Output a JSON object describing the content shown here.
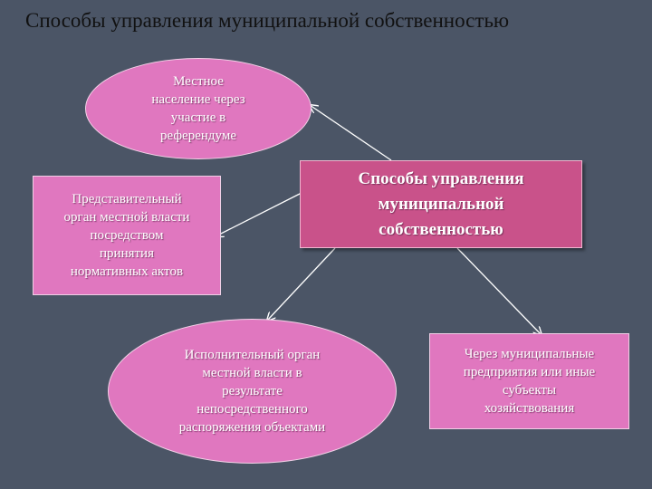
{
  "title": "Способы управления муниципальной собственностью",
  "colors": {
    "background": "#4b5566",
    "node_fill": "#e077bf",
    "center_fill": "#c9528a",
    "connector": "#ffffff"
  },
  "center_node": {
    "lines": [
      "Способы управления",
      "муниципальной",
      "собственностью"
    ]
  },
  "nodes": {
    "referendum": {
      "shape": "ellipse",
      "lines": [
        "Местное",
        "население через",
        "участие в",
        "референдуме"
      ]
    },
    "representative": {
      "shape": "rectangle",
      "lines": [
        "Представительный",
        "орган местной власти",
        "посредством",
        "принятия",
        "нормативных актов"
      ]
    },
    "executive": {
      "shape": "ellipse",
      "lines": [
        "Исполнительный орган",
        "местной власти в",
        "результате",
        "непосредственного",
        "распоряжения объектами"
      ]
    },
    "enterprises": {
      "shape": "rectangle",
      "lines": [
        "Через муниципальные",
        "предприятия или иные",
        "субъекты",
        "хозяйствования"
      ]
    }
  }
}
